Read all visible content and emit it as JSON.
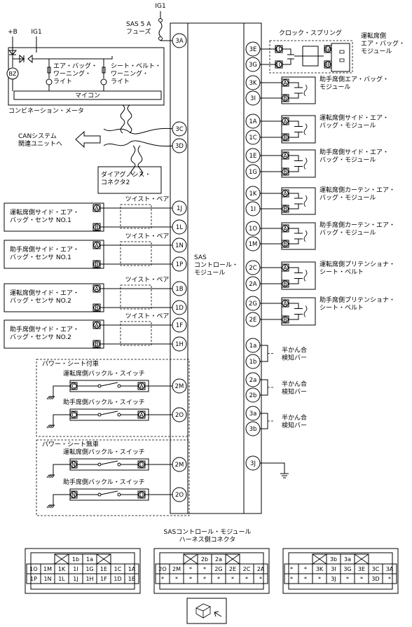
{
  "power": {
    "ig1_top": "IG1",
    "fuse": "SAS 5 A\nフューズ",
    "plus_b": "+B",
    "ig1_left": "IG1"
  },
  "meter": {
    "title": "コンビネーション・メータ",
    "airbag_lamp": "エア・バッグ・\nワーニング・\nライト",
    "seatbelt_lamp": "シート・ベルト・\nワーニング・\nライト",
    "mcu": "マイコン",
    "buzzer": "BZ"
  },
  "can": {
    "label": "CANシステム\n関連ユニットへ"
  },
  "dlc": {
    "label": "ダイアグノシス・\nコネクタ2"
  },
  "sas": {
    "label": "SAS\nコントロール・\nモジュール"
  },
  "twist_label": "ツイスト・ペア",
  "left_sensors": [
    {
      "label": "運転席側サイド・エア・\nバッグ・センサ NO.1",
      "pins": [
        "1J",
        "1L"
      ]
    },
    {
      "label": "助手席側サイド・エア・\nバッグ・センサ NO.1",
      "pins": [
        "1N",
        "1P"
      ]
    },
    {
      "label": "運転席側サイド・エア・\nバッグ・センサ NO.2",
      "pins": [
        "1B",
        "1D"
      ]
    },
    {
      "label": "助手席側サイド・エア・\nバッグ・センサ NO.2",
      "pins": [
        "1F",
        "1H"
      ]
    }
  ],
  "top_left_pins": [
    "3A",
    "3C",
    "3D"
  ],
  "power_seat": {
    "with_label": "パワー・シート付車",
    "without_label": "パワー・シート無車",
    "driver_switch": "運転席側バックル・スイッチ",
    "passenger_switch": "助手席側バックル・スイッチ",
    "with_pins": [
      "2M",
      "2O"
    ],
    "without_pins": [
      "2M",
      "2O"
    ],
    "with_terms": [
      "C",
      "A"
    ],
    "without_terms": [
      "N",
      "D"
    ]
  },
  "clock_spring": "クロック・スプリング",
  "right_loads": [
    {
      "label": "運転席側\nエア・バッグ・\nモジュール",
      "pins": [
        "3E",
        "3G"
      ]
    },
    {
      "label": "助手席側エア・バッグ・\nモジュール",
      "pins": [
        "3K",
        "3I"
      ]
    },
    {
      "label": "運転席側サイド・エア・\nバッグ・モジュール",
      "pins": [
        "1A",
        "1C"
      ]
    },
    {
      "label": "助手席側サイド・エア・\nバッグ・モジュール",
      "pins": [
        "1E",
        "1G"
      ]
    },
    {
      "label": "運転席側カーテン・エア・\nバッグ・モジュール",
      "pins": [
        "1K",
        "1I"
      ]
    },
    {
      "label": "助手席側カーテン・エア・\nバッグ・モジュール",
      "pins": [
        "1O",
        "1M"
      ]
    },
    {
      "label": "運転席側プリテンショナ・\nシート・ベルト",
      "pins": [
        "2C",
        "2A"
      ]
    },
    {
      "label": "助手席側プリテンショナ・\nシート・ベルト",
      "pins": [
        "2G",
        "2E"
      ]
    }
  ],
  "clock_spring_terms": [
    "1D",
    "1C",
    "3A",
    "3B"
  ],
  "half_connect": {
    "label": "半かん合\n検知バー",
    "pairs": [
      [
        "1a",
        "1b"
      ],
      [
        "2a",
        "2b"
      ],
      [
        "3a",
        "3b"
      ]
    ]
  },
  "ground_pin": "3J",
  "connector_title": "SASコントロール・モジュール\nハーネス側コネクタ",
  "conn1": {
    "top": [
      "",
      "",
      "",
      "1b",
      "1a",
      "",
      "",
      ""
    ],
    "r1": [
      "1O",
      "1M",
      "1K",
      "1I",
      "1G",
      "1E",
      "1C",
      "1A"
    ],
    "r2": [
      "1P",
      "1N",
      "1L",
      "1J",
      "1H",
      "1F",
      "1D",
      "1B"
    ]
  },
  "conn2": {
    "top": [
      "",
      "",
      "",
      "2b",
      "2a",
      "",
      "",
      ""
    ],
    "r1": [
      "2O",
      "2M",
      "*",
      "*",
      "2G",
      "2E",
      "2C",
      "2A"
    ],
    "r2": [
      "*",
      "*",
      "*",
      "*",
      "*",
      "*",
      "*",
      "*"
    ]
  },
  "conn3": {
    "top": [
      "",
      "",
      "",
      "3b",
      "3a",
      "",
      "",
      ""
    ],
    "r1": [
      "*",
      "*",
      "3K",
      "3I",
      "3G",
      "3E",
      "3C",
      "3A"
    ],
    "r2": [
      "*",
      "*",
      "*",
      "3J",
      "*",
      "*",
      "3D",
      "*"
    ]
  }
}
